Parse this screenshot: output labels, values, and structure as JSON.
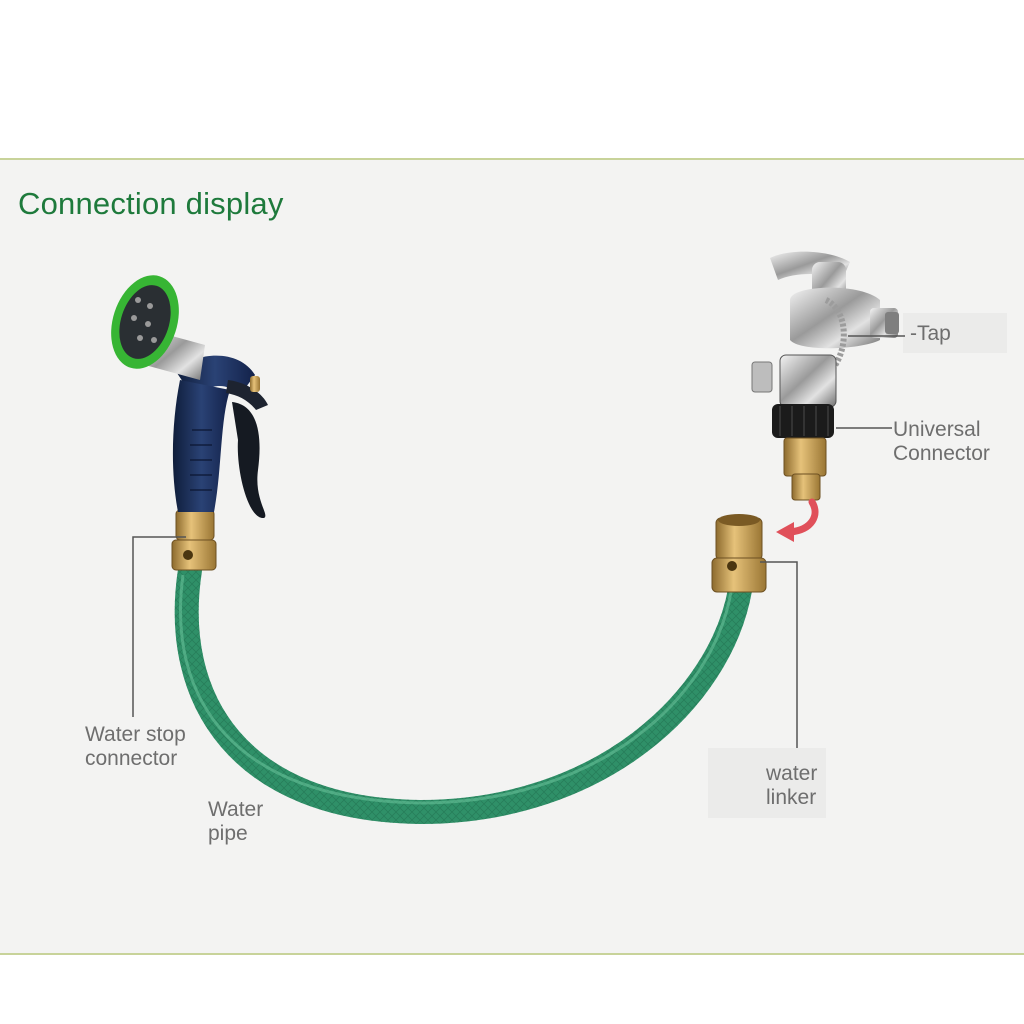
{
  "title": "Connection display",
  "labels": {
    "tap": "-Tap",
    "universal_connector": "Universal\nConnector",
    "water_stop_connector": "Water stop\nconnector",
    "water_pipe": "Water\npipe",
    "water_linker": "water\nlinker"
  },
  "colors": {
    "title": "#1e7a3c",
    "rule": "#c8d39a",
    "panel": "#f3f3f2",
    "label": "#6e6e6e",
    "hose": "#2f9068",
    "brass": "#c9a25a",
    "nozzle_body": "#1c2f55",
    "nozzle_ring": "#39c23a",
    "arrow": "#e0505a"
  }
}
